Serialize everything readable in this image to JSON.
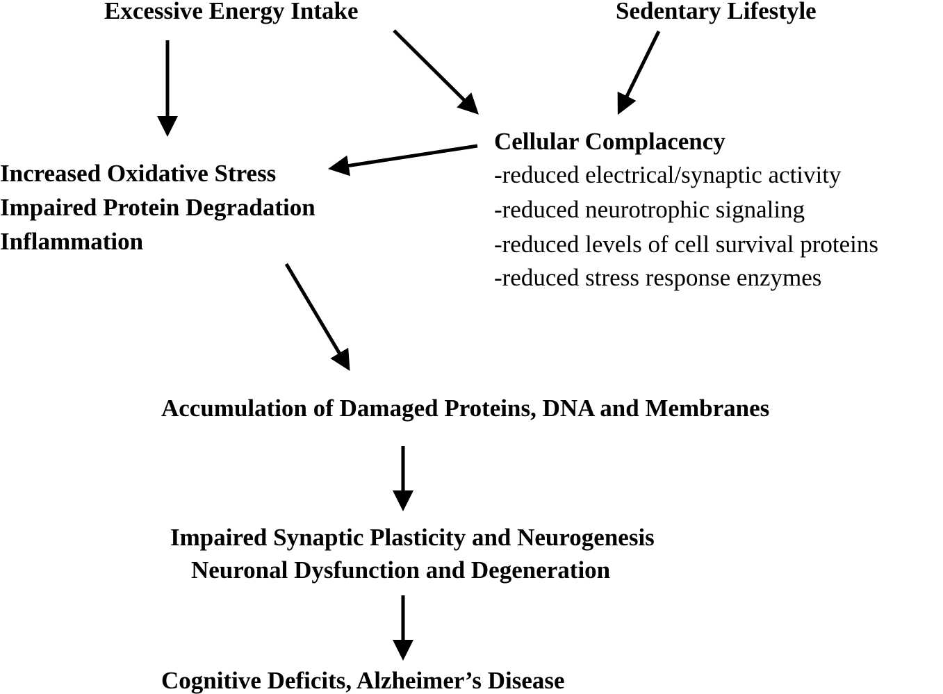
{
  "nodes": {
    "excessive_energy_intake": "Excessive Energy Intake",
    "sedentary_lifestyle": "Sedentary Lifestyle",
    "cellular_complacency": {
      "title": "Cellular Complacency",
      "items": [
        "-reduced electrical/synaptic activity",
        "-reduced neurotrophic signaling",
        "-reduced levels of cell survival proteins",
        "-reduced stress response enzymes"
      ]
    },
    "stress_block": {
      "lines": [
        "Increased Oxidative Stress",
        "Impaired Protein Degradation",
        "Inflammation"
      ]
    },
    "accumulation": "Accumulation of Damaged Proteins, DNA and Membranes",
    "impairment": {
      "lines": [
        "Impaired Synaptic Plasticity and Neurogenesis",
        "Neuronal Dysfunction and Degeneration"
      ]
    },
    "outcome": "Cognitive Deficits, Alzheimer’s Disease"
  },
  "colors": {
    "text": "#000000",
    "arrow": "#000000",
    "background": "#ffffff"
  }
}
